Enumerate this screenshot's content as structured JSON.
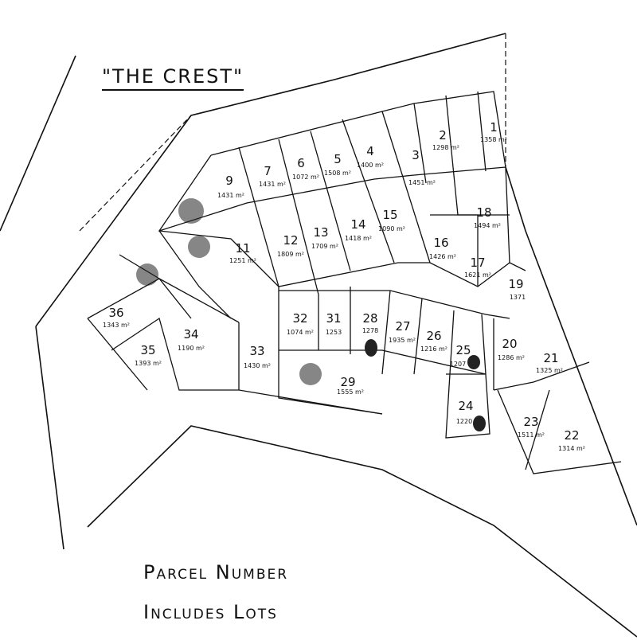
{
  "title": "\"THE CREST\"",
  "legend": {
    "line1": "Parcel Number",
    "line2": "Includes Lots"
  },
  "lots": [
    {
      "num": "1",
      "area": "1358 m²"
    },
    {
      "num": "2",
      "area": "1298 m²"
    },
    {
      "num": "3",
      "area": "1451 m²"
    },
    {
      "num": "4",
      "area": "1400 m²"
    },
    {
      "num": "5",
      "area": "1508 m²"
    },
    {
      "num": "6",
      "area": "1072 m²"
    },
    {
      "num": "7",
      "area": "1431 m²"
    },
    {
      "num": "9",
      "area": "1431 m²"
    },
    {
      "num": "11",
      "area": "1251 m²"
    },
    {
      "num": "12",
      "area": "1809 m²"
    },
    {
      "num": "13",
      "area": "1709 m²"
    },
    {
      "num": "14",
      "area": "1418 m²"
    },
    {
      "num": "15",
      "area": "1090 m²"
    },
    {
      "num": "16",
      "area": "1426 m²"
    },
    {
      "num": "17",
      "area": "1621 m²"
    },
    {
      "num": "18",
      "area": "1494 m²"
    },
    {
      "num": "19",
      "area": "1371"
    },
    {
      "num": "20",
      "area": "1286 m²"
    },
    {
      "num": "21",
      "area": "1325 m²"
    },
    {
      "num": "22",
      "area": "1314 m²"
    },
    {
      "num": "23",
      "area": "1511 m²"
    },
    {
      "num": "24",
      "area": "1220"
    },
    {
      "num": "25",
      "area": "1207"
    },
    {
      "num": "26",
      "area": "1216 m²"
    },
    {
      "num": "27",
      "area": "1935 m²"
    },
    {
      "num": "28",
      "area": "1278"
    },
    {
      "num": "29",
      "area": "1555 m²"
    },
    {
      "num": "31",
      "area": "1253"
    },
    {
      "num": "32",
      "area": "1074 m²"
    },
    {
      "num": "33",
      "area": "1430 m²"
    },
    {
      "num": "34",
      "area": "1190 m²"
    },
    {
      "num": "35",
      "area": "1393 m²"
    },
    {
      "num": "36",
      "area": "1343 m²"
    }
  ]
}
